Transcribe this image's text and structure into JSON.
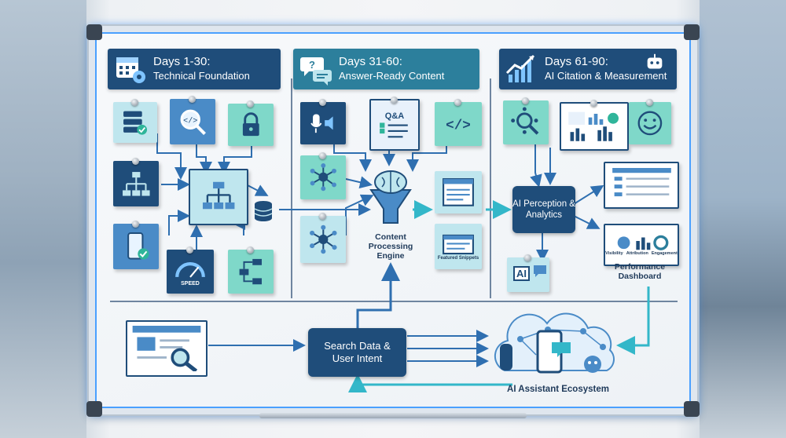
{
  "phases": [
    {
      "title": "Days 1-30:",
      "subtitle": "Technical Foundation",
      "color": "#1f4d7a",
      "icon": "calendar-gear-icon"
    },
    {
      "title": "Days 31-60:",
      "subtitle": "Answer-Ready Content",
      "color": "#2c7f9c",
      "icon": "speech-bubbles-icon"
    },
    {
      "title": "Days 61-90:",
      "subtitle": "AI Citation & Measurement",
      "color": "#1f4d7a",
      "icon": "growth-chart-robot-icon"
    }
  ],
  "notes": {
    "speed_label": "SPEED",
    "qa_label": "Q&A",
    "ai_label": "AI",
    "featured_snippets": "Featured Snippets",
    "dashboard_metrics": [
      "Visibility",
      "Attribution",
      "Engagement"
    ]
  },
  "nodes": {
    "content_engine": "Content Processing Engine",
    "ai_perception": "AI Perception & Analytics",
    "performance_dashboard": "Performance Dashboard",
    "search_data": "Search Data & User Intent",
    "assistant_ecosystem": "AI Assistant Ecosystem"
  },
  "colors": {
    "navy": "#1f4d7a",
    "teal": "#2c7f9c",
    "light_teal_note": "#bfe6ee",
    "blue_note": "#4a8bc7",
    "arrow": "#2f6fb0",
    "cyan_arrow": "#33b7c9"
  }
}
